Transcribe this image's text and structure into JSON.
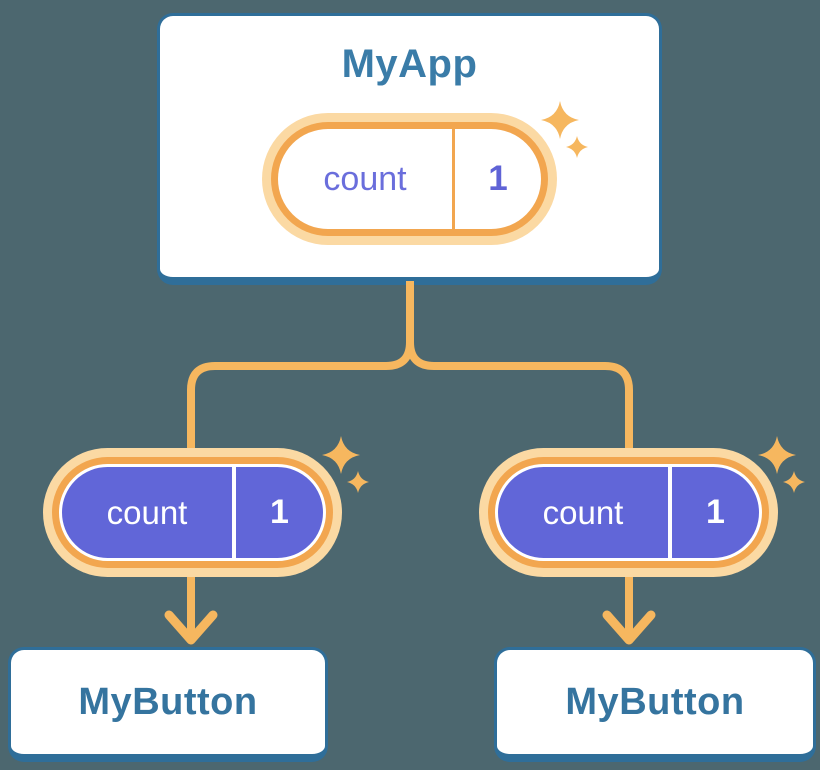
{
  "colors": {
    "background": "#4C676F",
    "card_border_blue": "#2F6E99",
    "card_text_blue": "#3A7CA8",
    "connector_orange": "#F6B75F",
    "pill_ring_orange": "#F2A64F",
    "pill_glow_peach": "#FBD9A3",
    "state_purple": "#6166D8",
    "state_text_purple": "#6A6EDC",
    "white": "#FFFFFF"
  },
  "tree": {
    "root": {
      "title": "MyApp",
      "state": {
        "name": "count",
        "value": "1"
      }
    },
    "children": [
      {
        "title": "MyButton",
        "state": {
          "name": "count",
          "value": "1"
        }
      },
      {
        "title": "MyButton",
        "state": {
          "name": "count",
          "value": "1"
        }
      }
    ]
  }
}
